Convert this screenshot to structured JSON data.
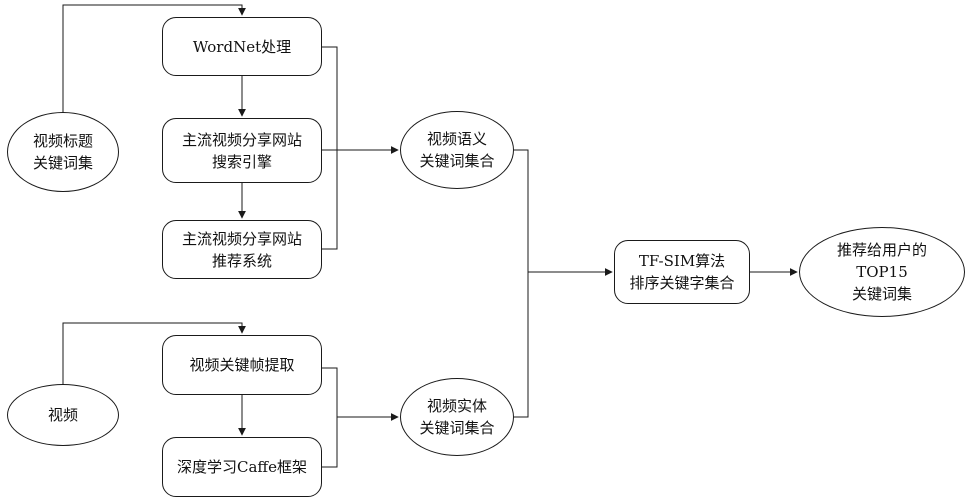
{
  "diagram": {
    "nodes": {
      "video_title_keywords": {
        "lines": [
          "视频标题",
          "关键词集"
        ]
      },
      "video": {
        "lines": [
          "视频"
        ]
      },
      "wordnet": {
        "lines": [
          "WordNet处理"
        ]
      },
      "search_engine": {
        "lines": [
          "主流视频分享网站",
          "搜索引擎"
        ]
      },
      "recommend_system": {
        "lines": [
          "主流视频分享网站",
          "推荐系统"
        ]
      },
      "keyframe_extract": {
        "lines": [
          "视频关键帧提取"
        ]
      },
      "caffe": {
        "lines": [
          "深度学习Caffe框架"
        ]
      },
      "semantic_keywords": {
        "lines": [
          "视频语义",
          "关键词集合"
        ]
      },
      "entity_keywords": {
        "lines": [
          "视频实体",
          "关键词集合"
        ]
      },
      "tfsim": {
        "lines": [
          "TF-SIM算法",
          "排序关键字集合"
        ]
      },
      "top15": {
        "lines": [
          "推荐给用户的",
          "TOP15",
          "关键词集"
        ]
      }
    },
    "colors": {
      "stroke": "#1a1a1a",
      "background": "#ffffff"
    }
  }
}
